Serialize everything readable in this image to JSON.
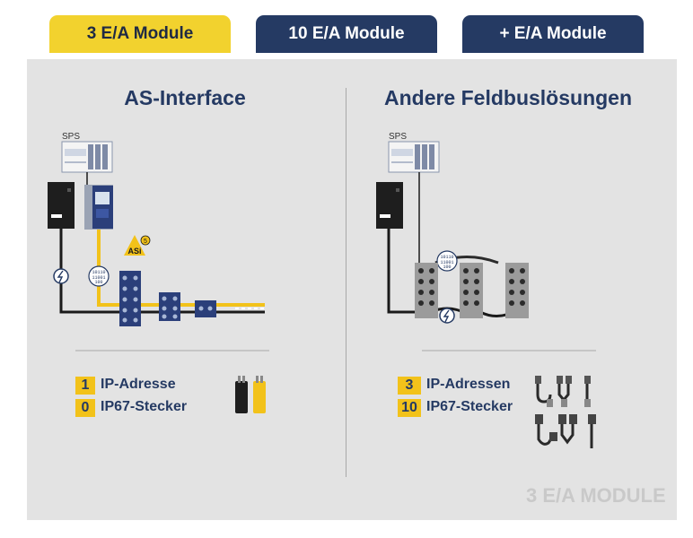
{
  "tabs": [
    {
      "label": "3 E/A Module",
      "active": true
    },
    {
      "label": "10 E/A Module",
      "active": false
    },
    {
      "label": "+ E/A Module",
      "active": false
    }
  ],
  "left": {
    "title": "AS-Interface",
    "sps_label": "SPS",
    "rows": [
      {
        "num": "1",
        "label": "IP-Adresse"
      },
      {
        "num": "0",
        "label": "IP67-Stecker"
      }
    ]
  },
  "right": {
    "title": "Andere Feldbuslösungen",
    "sps_label": "SPS",
    "rows": [
      {
        "num": "3",
        "label": "IP-Adressen"
      },
      {
        "num": "10",
        "label": "IP67-Stecker"
      }
    ]
  },
  "footer_label": "3 E/A MODULE",
  "colors": {
    "accent_yellow": "#f2d22e",
    "navy": "#253a63",
    "panel": "#e3e3e3",
    "footer_text": "#c9c9c9"
  }
}
